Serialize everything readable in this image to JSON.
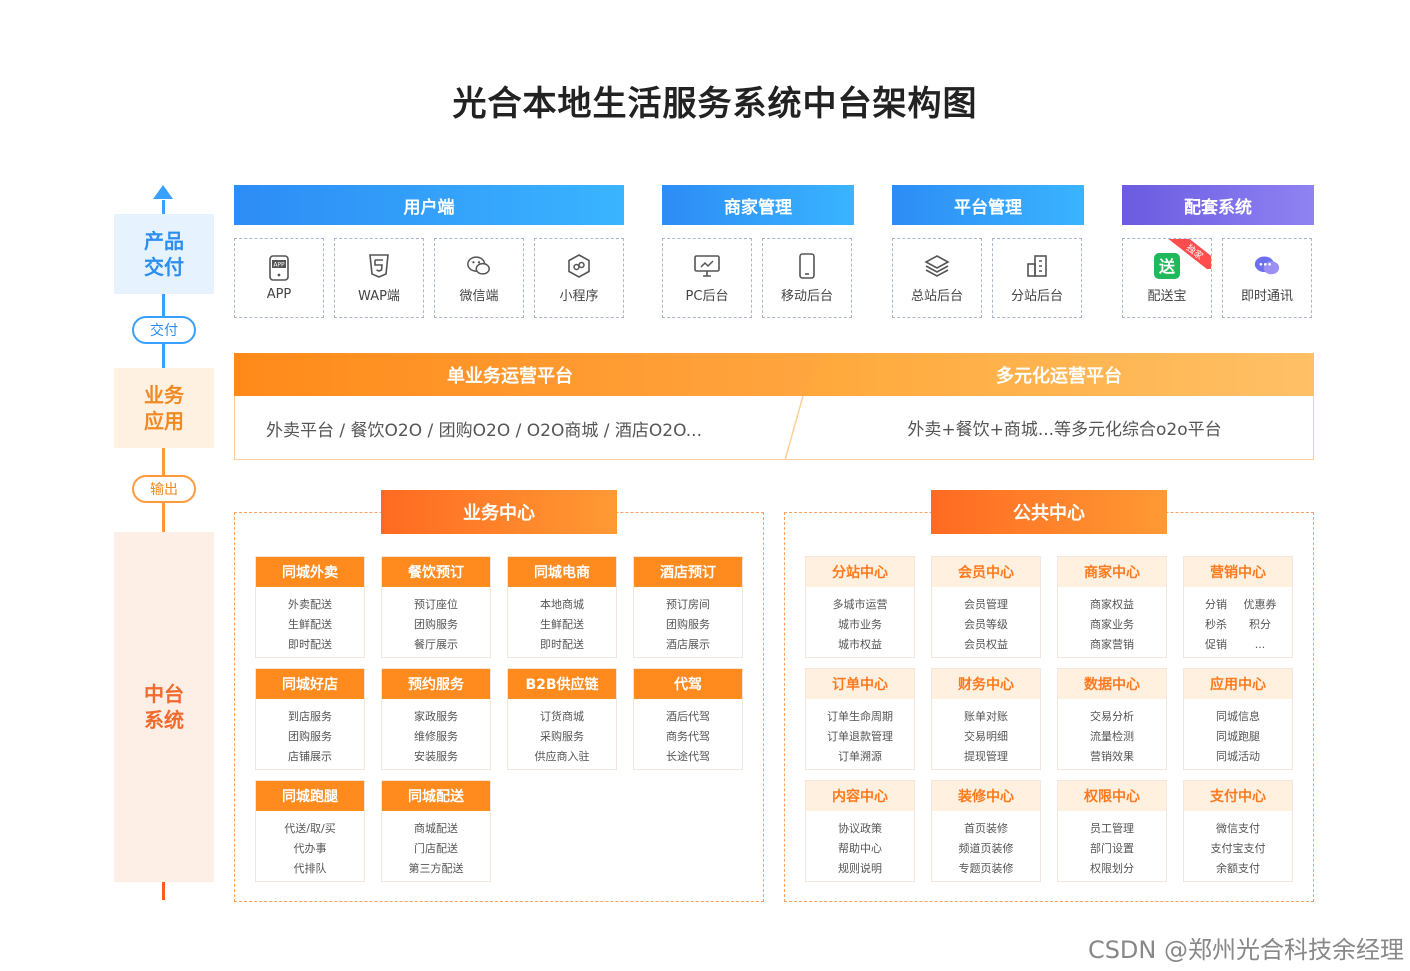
{
  "title": "光合本地生活服务系统中台架构图",
  "axis": {
    "product_delivery": "产品\n交付",
    "delivery_pill": "交付",
    "business_app": "业务\n应用",
    "output_pill": "输出",
    "middle_platform": "中台\n系统"
  },
  "categories": [
    {
      "title": "用户端",
      "items": [
        {
          "label": "APP",
          "icon": "app-icon"
        },
        {
          "label": "WAP端",
          "icon": "html5-icon"
        },
        {
          "label": "微信端",
          "icon": "wechat-icon"
        },
        {
          "label": "小程序",
          "icon": "mini-program-icon"
        }
      ]
    },
    {
      "title": "商家管理",
      "items": [
        {
          "label": "PC后台",
          "icon": "monitor-icon"
        },
        {
          "label": "移动后台",
          "icon": "mobile-icon"
        }
      ]
    },
    {
      "title": "平台管理",
      "items": [
        {
          "label": "总站后台",
          "icon": "layers-icon"
        },
        {
          "label": "分站后台",
          "icon": "building-icon"
        }
      ]
    },
    {
      "title": "配套系统",
      "items": [
        {
          "label": "配送宝",
          "icon": "delivery-icon",
          "badge": "独家"
        },
        {
          "label": "即时通讯",
          "icon": "chat-icon"
        }
      ]
    }
  ],
  "ops": {
    "single_title": "单业务运营平台",
    "single_text": "外卖平台 / 餐饮O2O / 团购O2O / O2O商城 / 酒店O2O...",
    "multi_title": "多元化运营平台",
    "multi_text": "外卖+餐饮+商城...等多元化综合o2o平台"
  },
  "business_center": {
    "title": "业务中心",
    "modules": [
      {
        "title": "同城外卖",
        "items": [
          "外卖配送",
          "生鲜配送",
          "即时配送"
        ]
      },
      {
        "title": "餐饮预订",
        "items": [
          "预订座位",
          "团购服务",
          "餐厅展示"
        ]
      },
      {
        "title": "同城电商",
        "items": [
          "本地商城",
          "生鲜配送",
          "即时配送"
        ]
      },
      {
        "title": "酒店预订",
        "items": [
          "预订房间",
          "团购服务",
          "酒店展示"
        ]
      },
      {
        "title": "同城好店",
        "items": [
          "到店服务",
          "团购服务",
          "店铺展示"
        ]
      },
      {
        "title": "预约服务",
        "items": [
          "家政服务",
          "维修服务",
          "安装服务"
        ]
      },
      {
        "title": "B2B供应链",
        "items": [
          "订货商城",
          "采购服务",
          "供应商入驻"
        ]
      },
      {
        "title": "代驾",
        "items": [
          "酒后代驾",
          "商务代驾",
          "长途代驾"
        ]
      },
      {
        "title": "同城跑腿",
        "items": [
          "代送/取/买",
          "代办事",
          "代排队"
        ]
      },
      {
        "title": "同城配送",
        "items": [
          "商城配送",
          "门店配送",
          "第三方配送"
        ]
      }
    ]
  },
  "public_center": {
    "title": "公共中心",
    "modules": [
      {
        "title": "分站中心",
        "items": [
          "多城市运营",
          "城市业务",
          "城市权益"
        ]
      },
      {
        "title": "会员中心",
        "items": [
          "会员管理",
          "会员等级",
          "会员权益"
        ]
      },
      {
        "title": "商家中心",
        "items": [
          "商家权益",
          "商家业务",
          "商家营销"
        ]
      },
      {
        "title": "营销中心",
        "grid": [
          "分销",
          "优惠券",
          "秒杀",
          "积分",
          "促销",
          "..."
        ]
      },
      {
        "title": "订单中心",
        "items": [
          "订单生命周期",
          "订单退款管理",
          "订单溯源"
        ]
      },
      {
        "title": "财务中心",
        "items": [
          "账单对账",
          "交易明细",
          "提现管理"
        ]
      },
      {
        "title": "数据中心",
        "items": [
          "交易分析",
          "流量检测",
          "营销效果"
        ]
      },
      {
        "title": "应用中心",
        "items": [
          "同城信息",
          "同城跑腿",
          "同城活动"
        ]
      },
      {
        "title": "内容中心",
        "items": [
          "协议政策",
          "帮助中心",
          "规则说明"
        ]
      },
      {
        "title": "装修中心",
        "items": [
          "首页装修",
          "频道页装修",
          "专题页装修"
        ]
      },
      {
        "title": "权限中心",
        "items": [
          "员工管理",
          "部门设置",
          "权限划分"
        ]
      },
      {
        "title": "支付中心",
        "items": [
          "微信支付",
          "支付宝支付",
          "余额支付"
        ]
      }
    ]
  },
  "footer": "CSDN @郑州光合科技余经理",
  "colors": {
    "blue": "#2d8cf5",
    "orange": "#ff8a1e",
    "purple": "#6a5be0"
  }
}
